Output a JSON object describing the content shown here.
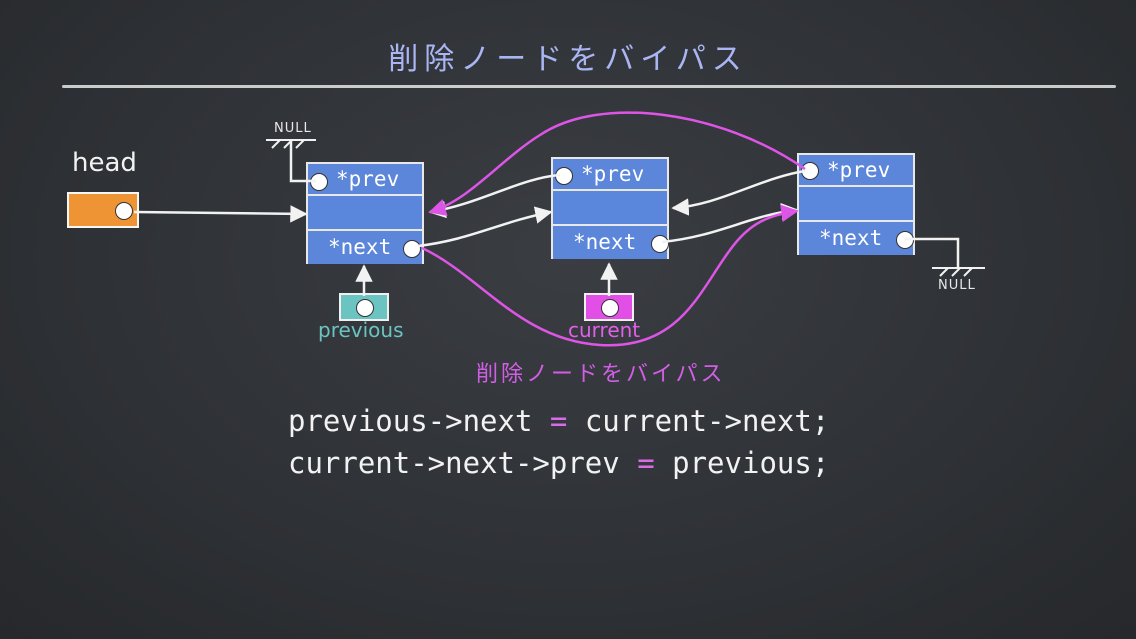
{
  "title": "削除ノードをバイパス",
  "head_label": "head",
  "null_label": "NULL",
  "node_fields": {
    "prev": "*prev",
    "next": "*next"
  },
  "pointers": {
    "previous": {
      "label": "previous",
      "color": "#6bc4c1"
    },
    "current": {
      "label": "current",
      "color": "#e14fe6"
    }
  },
  "bypass_label": "削除ノードをバイパス",
  "code": {
    "line1": {
      "lhs": "previous->next",
      "op": "=",
      "rhs": "current->next;"
    },
    "line2": {
      "lhs": "current->next->prev",
      "op": "=",
      "rhs": "previous;"
    }
  },
  "colors": {
    "title": "#a9b6f3",
    "node": "#5b86d9",
    "head": "#ef9434",
    "bypass": "#d15fe6",
    "background": "#2f3236"
  }
}
